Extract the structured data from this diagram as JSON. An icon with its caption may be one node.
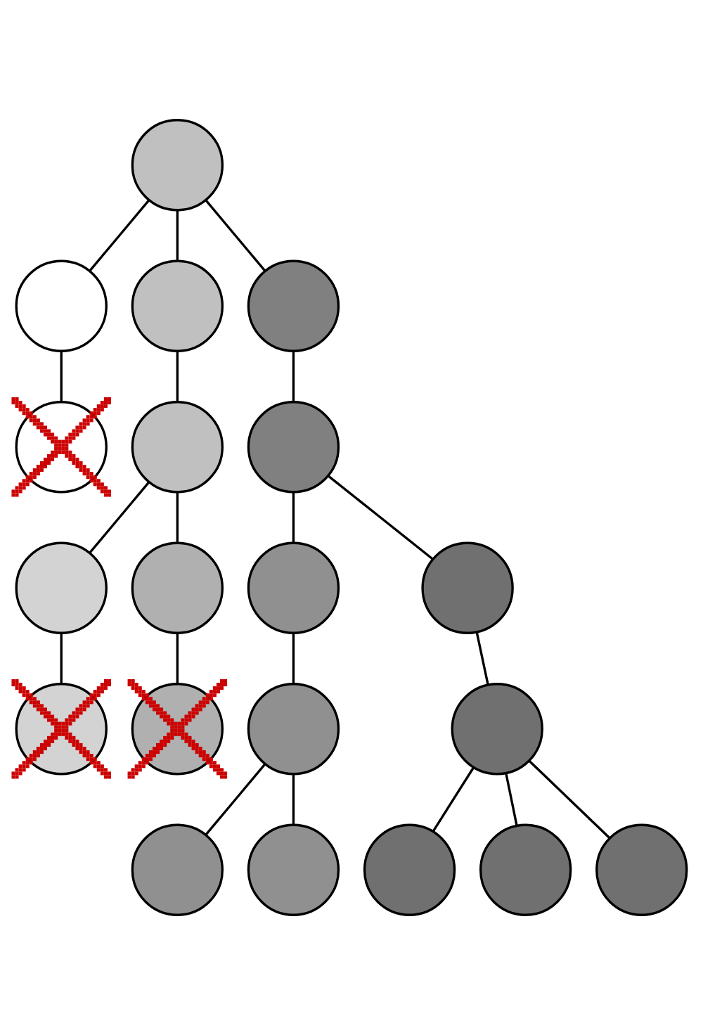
{
  "diagram": {
    "nodes": [
      {
        "text": [],
        "shape": "circle"
      },
      {
        "text": [],
        "shape": "circle"
      },
      {
        "text": [],
        "shape": "circle"
      },
      {
        "text": [],
        "shape": "circle"
      },
      {
        "text": [],
        "shape": "circle"
      },
      {
        "text": [],
        "shape": "circle"
      },
      {
        "text": [],
        "shape": "circle"
      },
      {
        "text": [],
        "shape": "circle"
      },
      {
        "text": [],
        "shape": "circle"
      },
      {
        "text": [],
        "shape": "circle"
      },
      {
        "text": [],
        "shape": "circle"
      },
      {
        "text": [],
        "shape": "circle"
      },
      {
        "text": [],
        "shape": "circle"
      },
      {
        "text": [],
        "shape": "circle"
      },
      {
        "text": [],
        "shape": "circle"
      },
      {
        "text": [],
        "shape": "circle"
      },
      {
        "text": [],
        "shape": "circle"
      },
      {
        "text": [],
        "shape": "circle"
      },
      {
        "text": [],
        "shape": "circle"
      },
      {
        "text": [],
        "shape": "circle"
      }
    ],
    "edges": [
      {
        "from": 0,
        "to": 1,
        "arrow": "none"
      },
      {
        "from": 0,
        "to": 2,
        "arrow": "none"
      },
      {
        "from": 0,
        "to": 3,
        "arrow": "none"
      },
      {
        "from": 1,
        "to": 4,
        "arrow": "none"
      },
      {
        "from": 2,
        "to": 5,
        "arrow": "none"
      },
      {
        "from": 3,
        "to": 6,
        "arrow": "none"
      },
      {
        "from": 5,
        "to": 7,
        "arrow": "none"
      },
      {
        "from": 5,
        "to": 8,
        "arrow": "none"
      },
      {
        "from": 6,
        "to": 9,
        "arrow": "none"
      },
      {
        "from": 6,
        "to": 10,
        "arrow": "none"
      },
      {
        "from": 7,
        "to": 11,
        "arrow": "none"
      },
      {
        "from": 8,
        "to": 12,
        "arrow": "none"
      },
      {
        "from": 9,
        "to": 13,
        "arrow": "none"
      },
      {
        "from": 10,
        "to": 14,
        "arrow": "none"
      },
      {
        "from": 13,
        "to": 15,
        "arrow": "none"
      },
      {
        "from": 13,
        "to": 16,
        "arrow": "none"
      },
      {
        "from": 14,
        "to": 17,
        "arrow": "none"
      },
      {
        "from": 14,
        "to": 18,
        "arrow": "none"
      },
      {
        "from": 14,
        "to": 19,
        "arrow": "none"
      }
    ]
  }
}
